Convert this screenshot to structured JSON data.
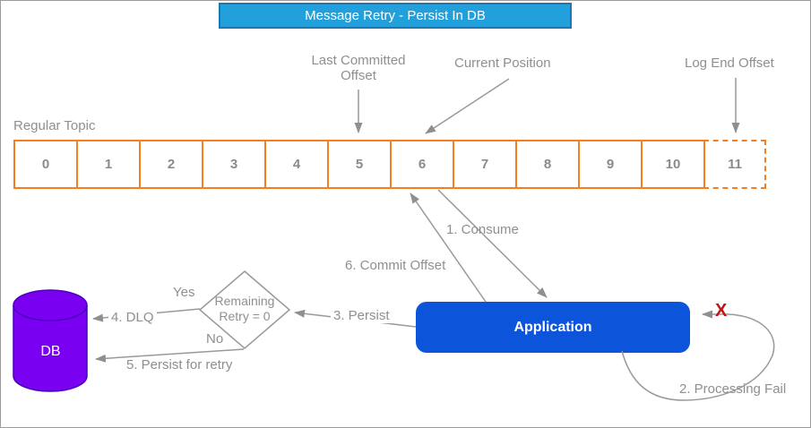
{
  "title": "Message Retry - Persist In DB",
  "topic": {
    "label": "Regular Topic",
    "cells": [
      "0",
      "1",
      "2",
      "3",
      "4",
      "5",
      "6",
      "7",
      "8",
      "9",
      "10",
      "11"
    ]
  },
  "annotations": {
    "last_committed_offset": "Last Committed Offset",
    "current_position": "Current Position",
    "log_end_offset": "Log End Offset"
  },
  "nodes": {
    "application": "Application",
    "db": "DB",
    "decision": {
      "line1": "Remaining",
      "line2": "Retry = 0"
    }
  },
  "flow": {
    "consume": "1. Consume",
    "processing_fail": "2. Processing Fail",
    "persist": "3. Persist",
    "dlq": "4. DLQ",
    "persist_for_retry": "5. Persist for retry",
    "commit_offset": "6. Commit Offset",
    "yes": "Yes",
    "no": "No",
    "fail_mark": "X"
  },
  "colors": {
    "title_bar": "#21A0DC",
    "title_border": "#1878B4",
    "topic_orange": "#F57E20",
    "application_blue": "#0C55DB",
    "db_purple": "#7A00F2",
    "db_border": "#4A00B8",
    "fail_red": "#C51212",
    "arrow_gray": "#999999",
    "label_gray": "#8F8F8F"
  }
}
